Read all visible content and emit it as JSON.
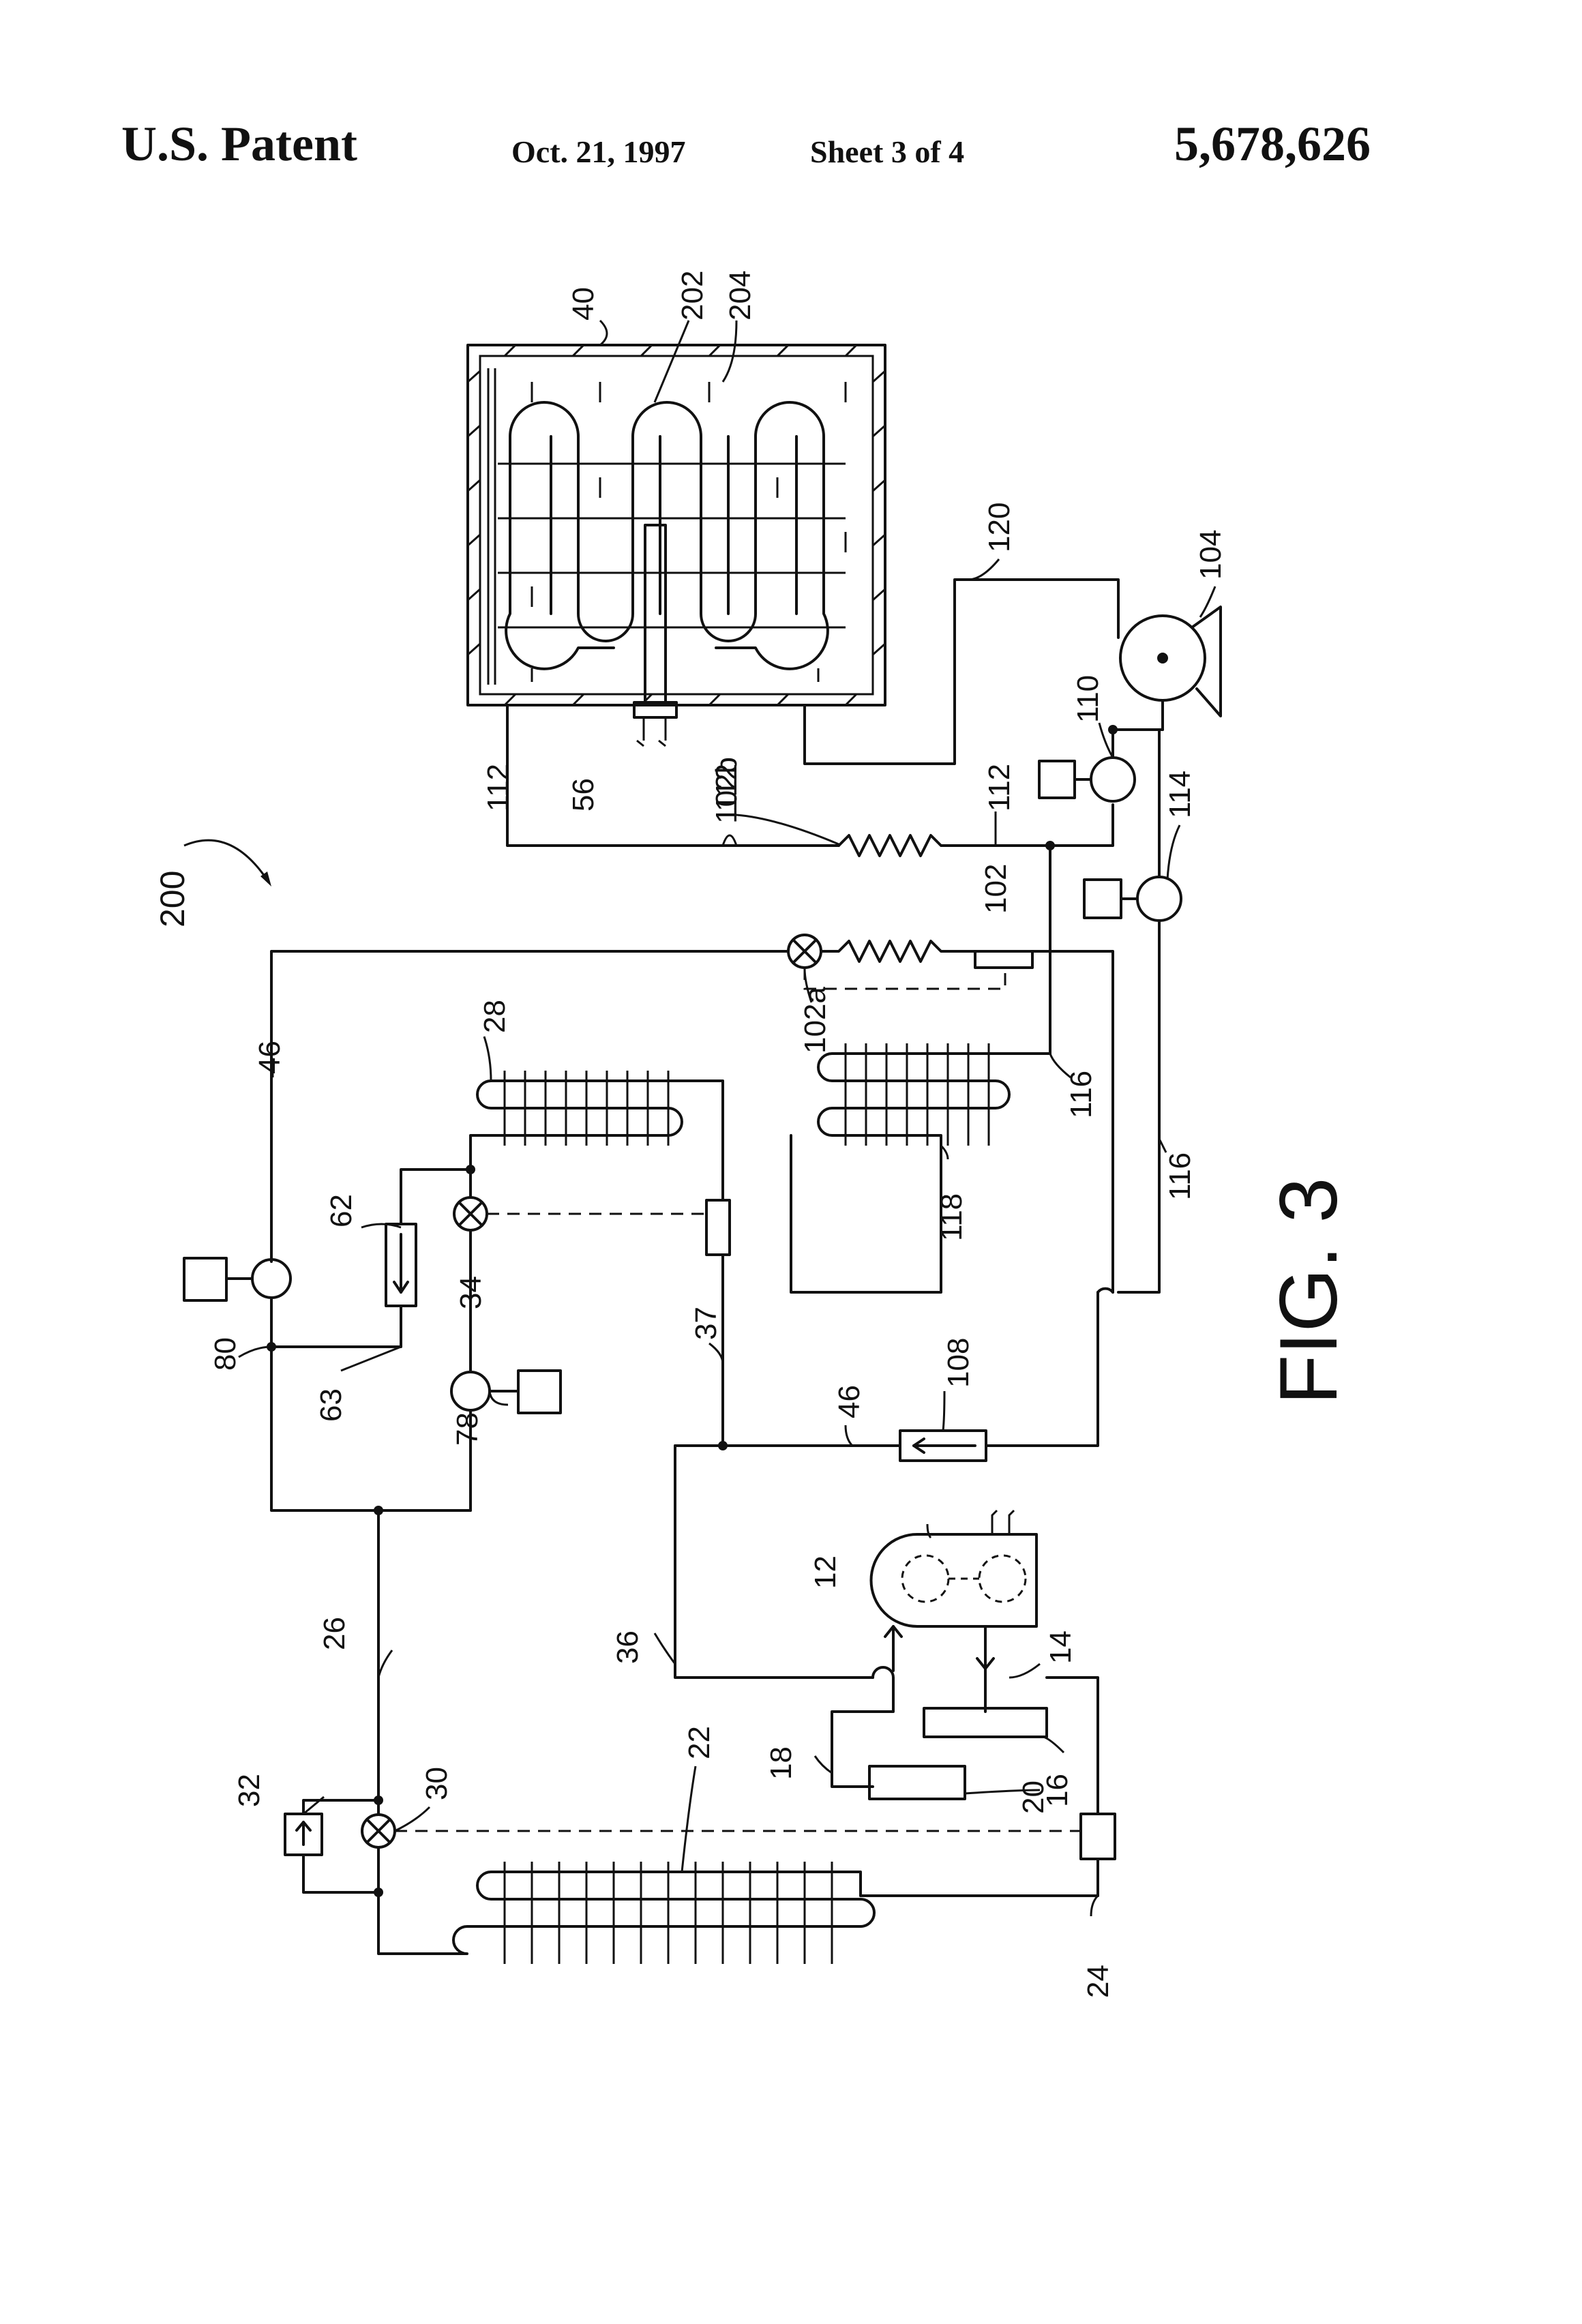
{
  "header": {
    "patent_label": "U.S. Patent",
    "date": "Oct. 21, 1997",
    "sheet": "Sheet 3 of 4",
    "patent_number": "5,678,626"
  },
  "figure": {
    "caption": "FIG. 3",
    "system_ref": "200",
    "labels": {
      "tank": "40",
      "tube": "202",
      "liquid": "204",
      "heater": "56",
      "line_120": "120",
      "pump": "104",
      "line_112_a": "112",
      "line_112_b": "112",
      "line_112_c": "112",
      "coil_102b": "102b",
      "hx_102": "102",
      "valve_110": "110",
      "valve_114": "114",
      "coil_102a": "102a",
      "line_46_a": "46",
      "coil_28": "28",
      "line_116_a": "116",
      "line_116_b": "116",
      "coil_118": "118",
      "check_62": "62",
      "txv_34": "34",
      "valve_80": "80",
      "line_63": "63",
      "line_37": "37",
      "line_46_b": "46",
      "check_108": "108",
      "valve_78": "78",
      "line_26": "26",
      "compressor": "12",
      "line_36": "36",
      "line_14": "14",
      "check_32": "32",
      "txv_30": "30",
      "coil_22": "22",
      "line_18": "18",
      "unit_20": "20",
      "accum_16": "16",
      "line_24": "24"
    }
  }
}
